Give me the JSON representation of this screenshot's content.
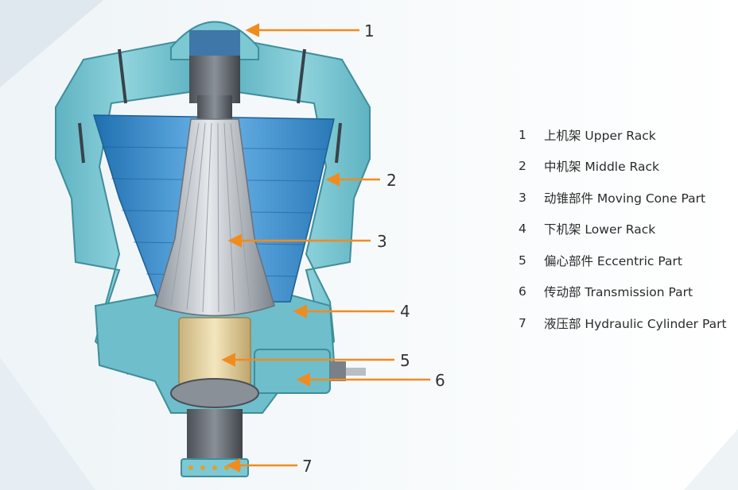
{
  "colors": {
    "arrow": "#f08c1e",
    "frame": "#7cc8d3",
    "frame_dark": "#4f9fae",
    "liner": "#2f7fbf",
    "liner_light": "#5aa8e0",
    "cone": "#c7ccd2",
    "eccentric": "#e8d7a6",
    "text": "#2b2b2b"
  },
  "callouts": [
    {
      "number": "1"
    },
    {
      "number": "2"
    },
    {
      "number": "3"
    },
    {
      "number": "4"
    },
    {
      "number": "5"
    },
    {
      "number": "6"
    },
    {
      "number": "7"
    }
  ],
  "legend": [
    {
      "number": "1",
      "label": "上机架 Upper Rack"
    },
    {
      "number": "2",
      "label": "中机架 Middle Rack"
    },
    {
      "number": "3",
      "label": "动锥部件 Moving Cone Part"
    },
    {
      "number": "4",
      "label": "下机架 Lower Rack"
    },
    {
      "number": "5",
      "label": "偏心部件 Eccentric Part"
    },
    {
      "number": "6",
      "label": "传动部 Transmission Part"
    },
    {
      "number": "7",
      "label": "液压部 Hydraulic Cylinder Part"
    }
  ]
}
